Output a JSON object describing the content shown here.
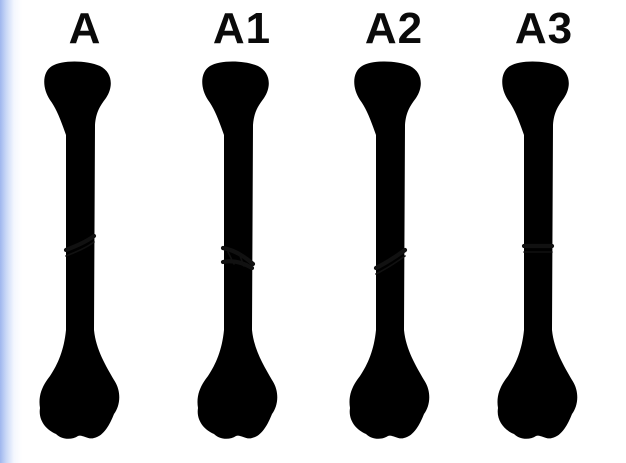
{
  "colors": {
    "ink": "#111111",
    "background": "#ffffff",
    "edge_tint": "#9fb6ee"
  },
  "diagram": {
    "labels": [
      "A",
      "A1",
      "A2",
      "A3"
    ],
    "fracture_types": [
      "oblique",
      "comminuted-wedge",
      "oblique-step",
      "transverse"
    ]
  }
}
